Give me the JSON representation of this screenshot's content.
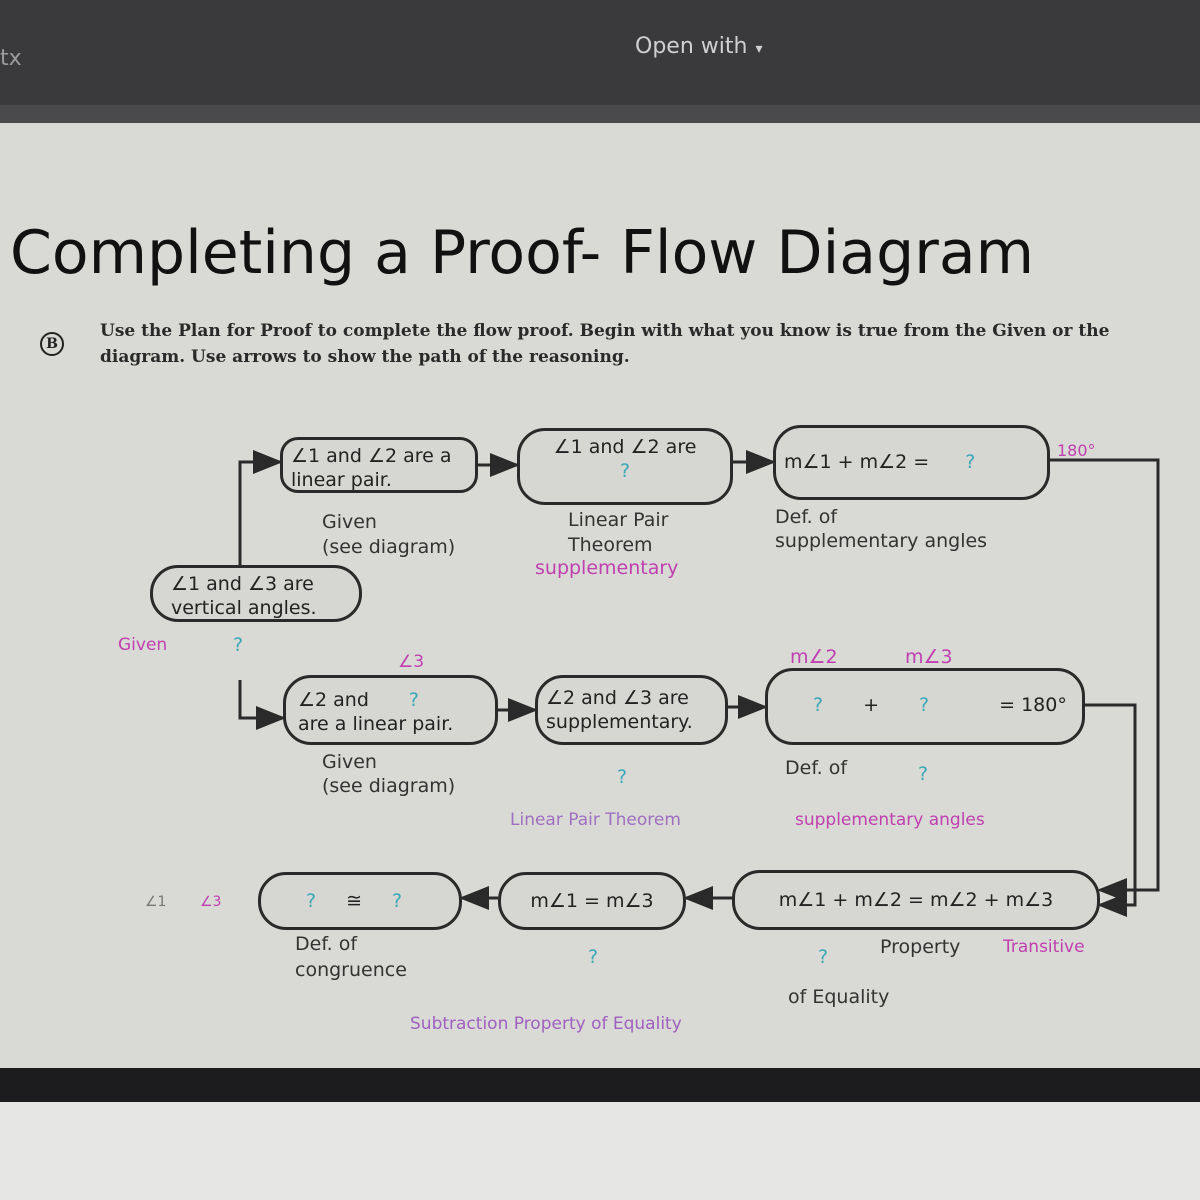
{
  "window": {
    "tab_fragment": "tx",
    "open_with": "Open with",
    "caret_icon": "▾"
  },
  "slide": {
    "title": "Completing a Proof- Flow Diagram",
    "part_label": "B",
    "instructions": "Use the Plan for Proof to complete the flow proof. Begin with what you know is true from the Given or the diagram. Use arrows to show the path of the reasoning.",
    "boxes": {
      "a": {
        "l1": "∠1 and ∠2 are a",
        "l2": "linear pair."
      },
      "b": {
        "l1": "∠1 and ∠2 are",
        "blank": "?"
      },
      "c": {
        "l1": "m∠1 + m∠2 =",
        "blank": "?"
      },
      "d": {
        "l1": "∠1 and ∠3 are",
        "l2": "vertical angles."
      },
      "e": {
        "l1": "∠2 and",
        "blank": "?",
        "l2": "are a linear pair."
      },
      "f": {
        "l1": "∠2 and ∠3 are",
        "l2": "supplementary."
      },
      "g": {
        "blank1": "?",
        "plus": "+",
        "blank2": "?",
        "rhs": "= 180°"
      },
      "h": {
        "blank1": "?",
        "op": "≅",
        "blank2": "?"
      },
      "i": {
        "l1": "m∠1 = m∠3"
      },
      "j": {
        "l1": "m∠1 + m∠2 = m∠2 + m∠3"
      }
    },
    "reasons": {
      "a": "Given",
      "a2": "(see diagram)",
      "b": "Linear Pair",
      "b2": "Theorem",
      "c": "Def. of",
      "c2": "supplementary angles",
      "d_blank": "?",
      "e": "Given",
      "e2": "(see diagram)",
      "f_blank": "?",
      "g": "Def. of",
      "g_blank": "?",
      "h": "Def. of",
      "h2": "congruence",
      "i_blank": "?",
      "j_blank": "?",
      "j": "Property",
      "j2": "of Equality"
    },
    "answers": {
      "c_180": "180°",
      "b_supp": "supplementary",
      "d_given": "Given",
      "e_angle3": "∠3",
      "f_lpt": "Linear Pair Theorem",
      "g_m2": "m∠2",
      "g_m3": "m∠3",
      "g_supp": "supplementary angles",
      "h_a1": "∠1",
      "h_a3": "∠3",
      "i_sub": "Subtraction Property of Equality",
      "j_trans": "Transitive"
    }
  }
}
